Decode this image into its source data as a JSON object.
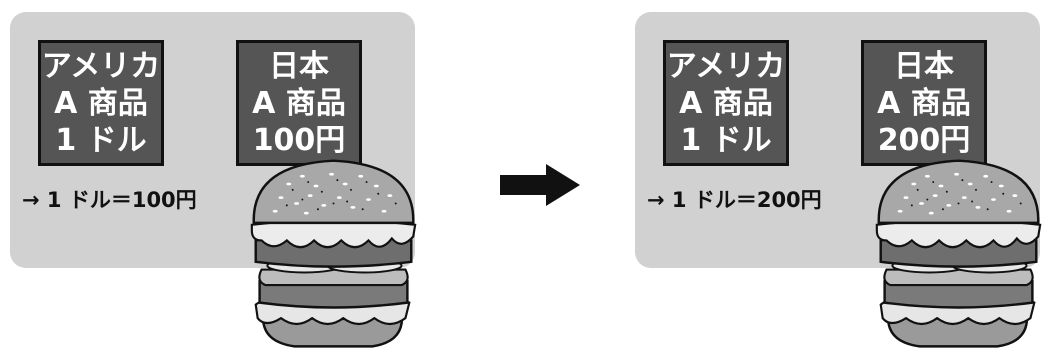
{
  "scene_before": {
    "box_america": {
      "line1": "アメリカ",
      "line2": "A 商品",
      "line3": "1 ドル"
    },
    "box_japan": {
      "line1": "日本",
      "line2": "A 商品",
      "line3": "100円"
    },
    "rate": "→ 1 ドル＝100円"
  },
  "scene_after": {
    "box_america": {
      "line1": "アメリカ",
      "line2": "A 商品",
      "line3": "1 ドル"
    },
    "box_japan": {
      "line1": "日本",
      "line2": "A 商品",
      "line3": "200円"
    },
    "rate": "→ 1 ドル＝200円"
  },
  "icons": {
    "transition": "arrow-right-icon",
    "product": "hamburger-icon"
  },
  "colors": {
    "panel": "#d1d1d1",
    "box": "#555555",
    "box_text": "#ffffff"
  }
}
